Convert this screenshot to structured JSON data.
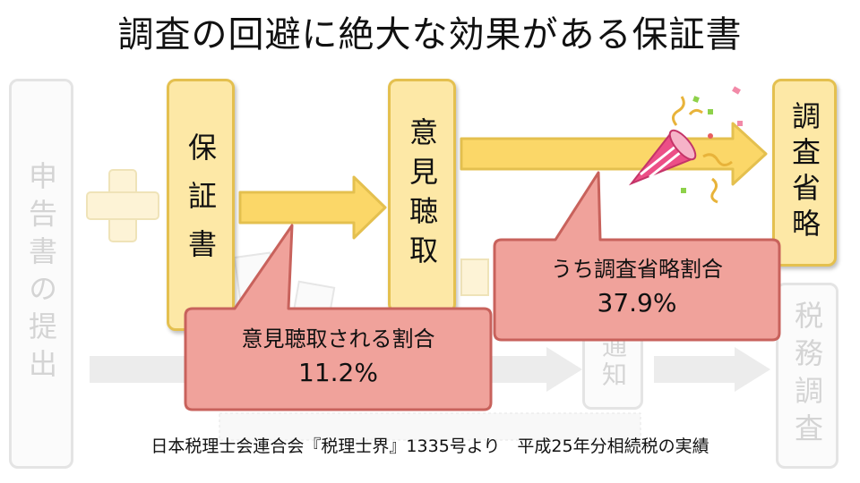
{
  "title": "調査の回避に絶大な効果がある保証書",
  "left_box": {
    "label": "申告書の提出"
  },
  "boxes": {
    "guarantee": "保証書",
    "hearing": "意見聴取",
    "omission": "調査省略"
  },
  "faded_right_box": "税務調査",
  "faded_notice": "通知",
  "callouts": {
    "hearing_line1": "意見聴取される割合",
    "hearing_line2": "11.2%",
    "omission_line1": "うち調査省略割合",
    "omission_line2": "37.9%"
  },
  "footer": "日本税理士会連合会『税理士界』1335号より　平成25年分相続税の実績",
  "colors": {
    "box_fill": "#fde8a6",
    "box_border": "#e4c04f",
    "arrow_fill": "#fbd768",
    "callout_fill": "#f0a29b",
    "callout_border": "#c8625c"
  }
}
